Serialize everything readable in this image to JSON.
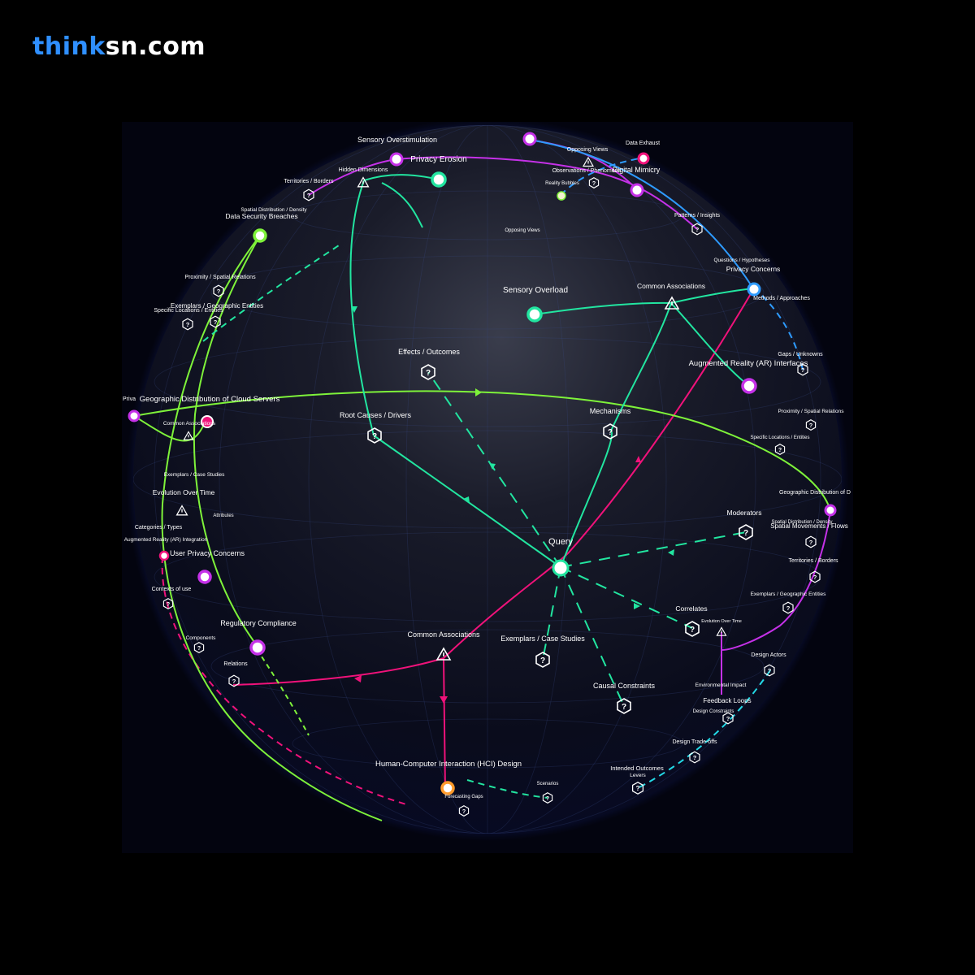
{
  "brand": {
    "part1": "think",
    "part2": "sn.com",
    "accent": "#2f8fff"
  },
  "colors": {
    "green": "#7ef23a",
    "teal": "#22e5a0",
    "magenta": "#f0127a",
    "purple": "#c531e8",
    "blue": "#2e9bff",
    "cyan": "#23d9e6",
    "orange": "#ff9a2a",
    "pink": "#ff4fb0"
  },
  "labels": {
    "query": "Query",
    "sensory_overstimulation": "Sensory Overstimulation",
    "privacy_erosion": "Privacy Erosion",
    "hidden_dimensions": "Hidden Dimensions",
    "territories_borders_tl": "Territories / Borders",
    "spatial_distribution_density": "Spatial Distribution / Density",
    "data_security_breaches": "Data Security Breaches",
    "proximity_spatial_tl": "Proximity / Spatial Relations",
    "exemplars_geographic_tl": "Exemplars / Geographic Entities",
    "specific_locations_tl": "Specific Locations / Entities",
    "opposing_views_top": "Opposing Views",
    "data_exhaust": "Data Exhaust",
    "observations_phenomena": "Observations / Phenomena",
    "digital_mimicry": "Digital Mimicry",
    "reality_bubbles": "Reality Bubbles",
    "opposing_views_small": "Opposing Views",
    "patterns_insights": "Patterns / Insights",
    "questions_hypotheses": "Questions / Hypotheses",
    "privacy_concerns": "Privacy Concerns",
    "methods_approaches": "Methods / Approaches",
    "gaps_unknowns": "Gaps / Unknowns",
    "sensory_overload": "Sensory Overload",
    "common_associations_top": "Common Associations",
    "augmented_reality": "Augmented Reality (AR) Interfaces",
    "effects_outcomes": "Effects / Outcomes",
    "mechanisms": "Mechanisms",
    "root_causes": "Root Causes / Drivers",
    "geo_cloud": "Geographic Distribution of Cloud Servers",
    "priva": "Priva",
    "common_associations_left": "Common Associations",
    "exemplars_case_left": "Exemplars / Case Studies",
    "evolution_over_time_left": "Evolution Over Time",
    "attributes": "Attributes",
    "categories_types": "Categories / Types",
    "ar_integration": "Augmented Reality (AR) Integration",
    "user_privacy_concerns": "User Privacy Concerns",
    "contexts_of_use": "Contexts of use",
    "regulatory_compliance": "Regulatory Compliance",
    "components": "Components",
    "relations": "Relations",
    "proximity_spatial_r": "Proximity / Spatial Relations",
    "specific_locations_r": "Specific Locations / Entities",
    "geo_distribution_r": "Geographic Distribution of D",
    "moderators": "Moderators",
    "spatial_movements": "Spatial Movements / Flows",
    "spatial_distribution_r": "Spatial Distribution / Density",
    "territories_borders_r": "Territories / Borders",
    "exemplars_geographic_r": "Exemplars / Geographic Entities",
    "correlates": "Correlates",
    "evolution_over_time_r": "Evolution Over Time",
    "common_associations_bottom": "Common Associations",
    "exemplars_case_center": "Exemplars / Case Studies",
    "causal_constraints": "Causal Constraints",
    "design_actors": "Design Actors",
    "environmental_impact": "Environmental Impact",
    "feedback_loops": "Feedback Loops",
    "design_constraints": "Design Constraints",
    "design_tradeoffs": "Design Trade-offs",
    "intended_outcomes": "Intended Outcomes",
    "levers": "Levers",
    "hci_design": "Human-Computer Interaction (HCI) Design",
    "scenarios": "Scenarios",
    "forecasting_gaps": "Forecasting Gaps"
  }
}
